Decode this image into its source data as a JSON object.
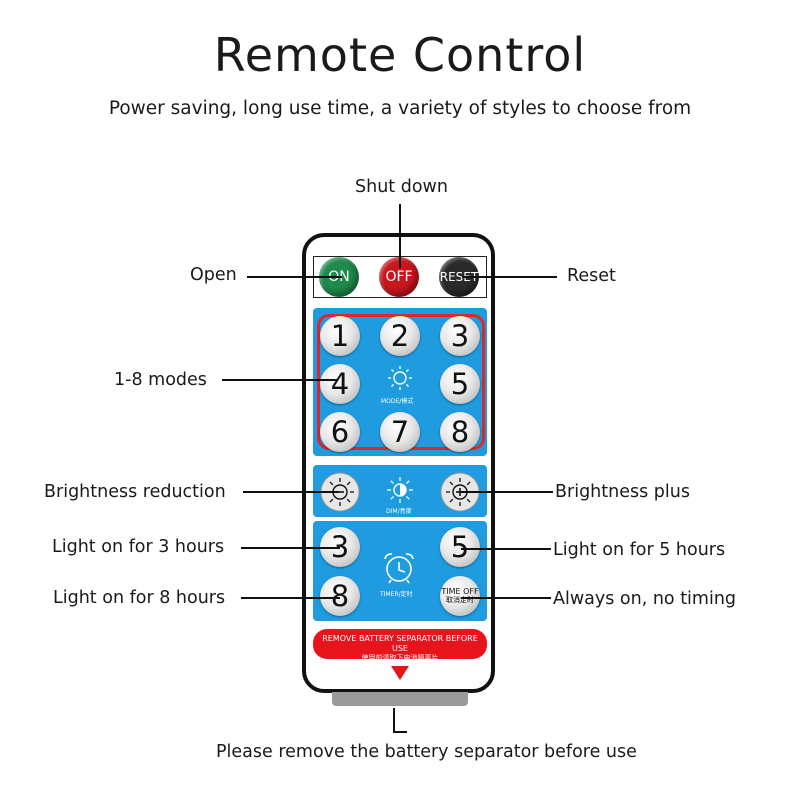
{
  "title": "Remote Control",
  "subtitle": "Power saving, long use time, a variety of styles to choose from",
  "callouts": {
    "shut_down": "Shut down",
    "open": "Open",
    "reset": "Reset",
    "modes": "1-8 modes",
    "brightness_reduction": "Brightness reduction",
    "brightness_plus": "Brightness plus",
    "light_3h": "Light on for 3 hours",
    "light_5h": "Light on for 5 hours",
    "light_8h": "Light on for 8 hours",
    "always_on": "Always on, no timing",
    "battery_note": "Please remove the battery separator before use"
  },
  "remote": {
    "on_label": "ON",
    "off_label": "OFF",
    "reset_label": "RESET",
    "mode_buttons": [
      "1",
      "2",
      "3",
      "4",
      "5",
      "6",
      "7",
      "8"
    ],
    "mode_caption": "MODE/模式",
    "dim_caption": "DIM/亮度",
    "timer_caption": "TIMER/定时",
    "timer_buttons": [
      "3",
      "5",
      "8"
    ],
    "time_off_line1": "TIME OFF",
    "time_off_line2": "取消定时",
    "warning_line1": "REMOVE BATTERY SEPARATOR BEFORE USE",
    "warning_line2": "使用前请取下电池隔离片"
  },
  "colors": {
    "on_button": "#1e8a4c",
    "off_button": "#c8161d",
    "reset_button": "#2a2a2a",
    "panel": "#1f9be0",
    "highlight_frame": "#e0262a",
    "warning": "#e8141b"
  }
}
